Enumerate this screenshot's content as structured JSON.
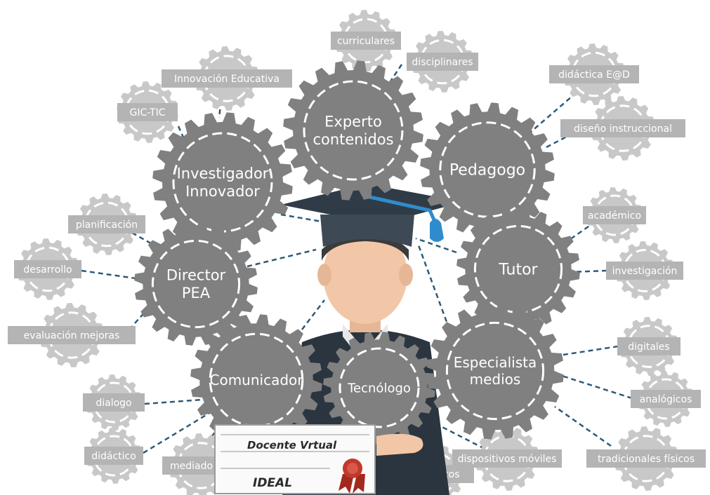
{
  "colors": {
    "gear_large": "#808080",
    "gear_small": "#c8c8c8",
    "tag_bg": "#b4b4b4",
    "connector": "#2e5a78",
    "cap": "#2f3c47",
    "tassel": "#2f8ccc",
    "skin": "#f2c7a8",
    "hair": "#3b3b3b",
    "suit": "#2b3540",
    "ribbon": "#c0392b"
  },
  "roles": [
    {
      "lines": [
        "Experto",
        "contenidos"
      ]
    },
    {
      "lines": [
        "Pedagogo"
      ]
    },
    {
      "lines": [
        "Investigador",
        "Innovador"
      ]
    },
    {
      "lines": [
        "Director",
        "PEA"
      ]
    },
    {
      "lines": [
        "Tutor"
      ]
    },
    {
      "lines": [
        "Comunicador"
      ]
    },
    {
      "lines": [
        "Tecnólogo"
      ]
    },
    {
      "lines": [
        "Especialista",
        "medios"
      ]
    }
  ],
  "tags": [
    "curriculares",
    "disciplinares",
    "Innovación Educativa",
    "GIC-TIC",
    "didáctica E@D",
    "diseño instruccional",
    "planificación",
    "desarrollo",
    "evaluación mejoras",
    "académico",
    "investigación",
    "digitales",
    "analógicos",
    "tradicionales físicos",
    "dialogo",
    "didáctico",
    "mediado TIC",
    "cómputos",
    "dispositivos móviles"
  ],
  "certificate": {
    "line1": "Docente Vrtual",
    "line2": "IDEAL"
  },
  "icons": {
    "central": "graduate-teacher-icon",
    "seal": "award-ribbon-icon"
  }
}
